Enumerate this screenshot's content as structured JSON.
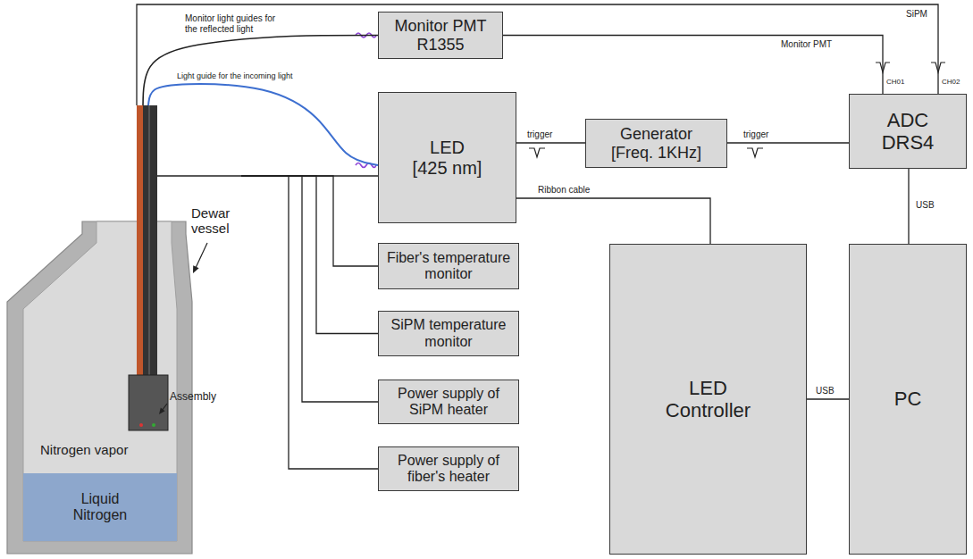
{
  "diagram": {
    "nodes": [
      {
        "text": [
          "Dewar vessel",
          "Nitrogen vapor"
        ]
      },
      {
        "text": [
          "Liquid Nitrogen"
        ],
        "in": 0
      },
      {
        "text": [
          "Monitor PMT R1355"
        ]
      },
      {
        "text": [
          "LED [425 nm]"
        ]
      },
      {
        "text": [
          "Generator [Freq. 1KHz]"
        ]
      },
      {
        "text": [
          "ADC DRS4"
        ]
      },
      {
        "text": [
          "Fiber's temperature monitor"
        ]
      },
      {
        "text": [
          "SiPM temperature monitor"
        ]
      },
      {
        "text": [
          "Power supply of SiPM heater"
        ]
      },
      {
        "text": [
          "Power supply of fiber's heater"
        ]
      },
      {
        "text": [
          "LED Controller"
        ]
      },
      {
        "text": [
          "PC"
        ]
      }
    ],
    "edges": [
      {
        "from": 0,
        "to": 2,
        "label": "Monitor light guides for the reflected light",
        "arrow": "none"
      },
      {
        "from": 0,
        "to": 3,
        "label": "Light guide for the incoming light",
        "arrow": "none"
      },
      {
        "from": 0,
        "to": 5,
        "label": "SiPM",
        "arrow": "none"
      },
      {
        "from": 2,
        "to": 5,
        "label": "Monitor PMT",
        "arrow": "none"
      },
      {
        "from": 4,
        "to": 3,
        "label": "trigger",
        "arrow": "none"
      },
      {
        "from": 4,
        "to": 5,
        "label": "trigger",
        "arrow": "none"
      },
      {
        "from": 3,
        "to": 10,
        "label": "Ribbon cable",
        "arrow": "none"
      },
      {
        "from": 5,
        "to": 11,
        "label": "USB",
        "arrow": "none"
      },
      {
        "from": 10,
        "to": 11,
        "label": "USB",
        "arrow": "none"
      },
      {
        "from": 0,
        "to": 3,
        "arrow": "none"
      },
      {
        "from": 0,
        "to": 6,
        "arrow": "none"
      },
      {
        "from": 0,
        "to": 7,
        "arrow": "none"
      },
      {
        "from": 0,
        "to": 8,
        "arrow": "none"
      },
      {
        "from": 0,
        "to": 9,
        "arrow": "none"
      }
    ],
    "labels": [
      "CH01",
      "CH02",
      "Assembly"
    ]
  }
}
